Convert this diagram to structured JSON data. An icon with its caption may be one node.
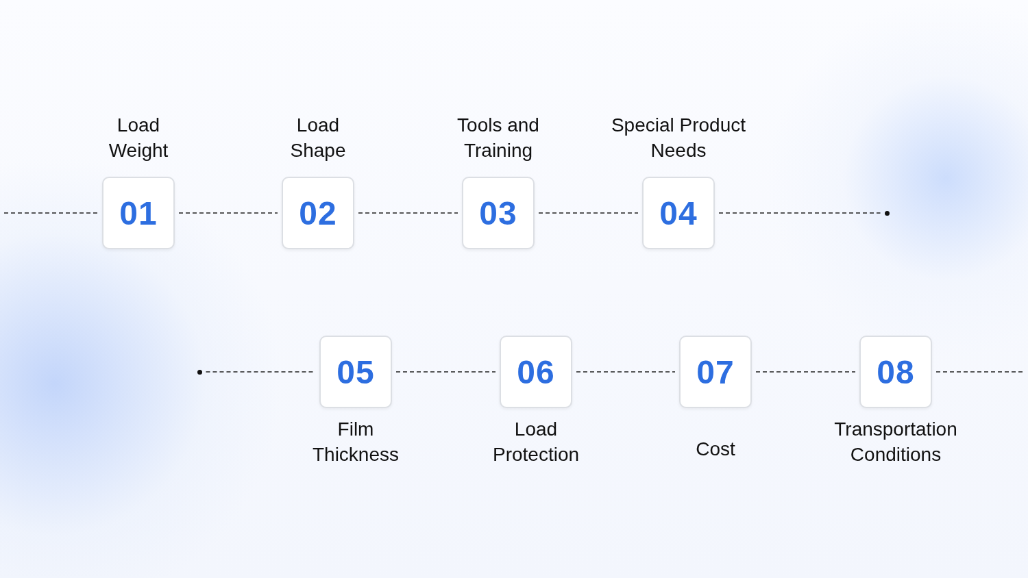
{
  "diagram": {
    "nodes": [
      {
        "text": [
          "01"
        ],
        "beside": [
          "Load Weight"
        ]
      },
      {
        "text": [
          "02"
        ],
        "beside": [
          "Load Shape"
        ]
      },
      {
        "text": [
          "03"
        ],
        "beside": [
          "Tools and Training"
        ]
      },
      {
        "text": [
          "04"
        ],
        "beside": [
          "Special Product Needs"
        ]
      },
      {
        "text": [],
        "shape": "circle"
      },
      {
        "text": [],
        "shape": "circle"
      },
      {
        "text": [
          "05"
        ],
        "beside": [
          "Film Thickness"
        ]
      },
      {
        "text": [
          "06"
        ],
        "beside": [
          "Load Protection"
        ]
      },
      {
        "text": [
          "07"
        ],
        "beside": [
          "Cost"
        ]
      },
      {
        "text": [
          "08"
        ],
        "beside": [
          "Transportation Conditions"
        ]
      }
    ],
    "edges": [
      {
        "from": null,
        "to": 0,
        "arrow": "none",
        "style": "dashed"
      },
      {
        "from": 0,
        "to": 1,
        "arrow": "none",
        "style": "dashed"
      },
      {
        "from": 1,
        "to": 2,
        "arrow": "none",
        "style": "dashed"
      },
      {
        "from": 2,
        "to": 3,
        "arrow": "none",
        "style": "dashed"
      },
      {
        "from": 3,
        "to": 4,
        "arrow": "none",
        "style": "dashed"
      },
      {
        "from": 5,
        "to": 6,
        "arrow": "none",
        "style": "dashed"
      },
      {
        "from": 6,
        "to": 7,
        "arrow": "none",
        "style": "dashed"
      },
      {
        "from": 7,
        "to": 8,
        "arrow": "none",
        "style": "dashed"
      },
      {
        "from": 8,
        "to": 9,
        "arrow": "none",
        "style": "dashed"
      },
      {
        "from": 9,
        "to": null,
        "arrow": "none",
        "style": "dashed"
      }
    ]
  }
}
